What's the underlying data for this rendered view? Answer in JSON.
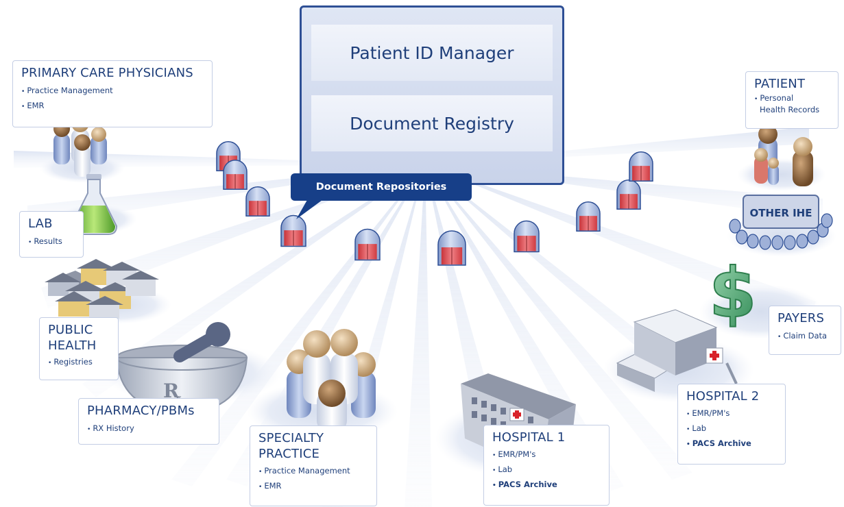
{
  "central": {
    "panel_top": "Patient ID Manager",
    "panel_bottom": "Document Registry"
  },
  "callout": "Document Repositories",
  "nodes": {
    "primary_care": {
      "title": "PRIMARY CARE PHYSICIANS",
      "items": [
        "Practice Management",
        "EMR"
      ]
    },
    "patient": {
      "title": "PATIENT",
      "items": [
        "Personal",
        "Health Records"
      ]
    },
    "lab": {
      "title": "LAB",
      "items": [
        "Results"
      ]
    },
    "public_health": {
      "title": "PUBLIC\nHEALTH",
      "items": [
        "Registries"
      ]
    },
    "pharmacy": {
      "title": "PHARMACY/PBMs",
      "items": [
        "RX History"
      ]
    },
    "specialty": {
      "title": "SPECIALTY\nPRACTICE",
      "items": [
        "Practice Management",
        "EMR"
      ]
    },
    "hospital1": {
      "title": "HOSPITAL 1",
      "items": [
        "EMR/PM's",
        "Lab",
        "PACS Archive"
      ]
    },
    "hospital2": {
      "title": "HOSPITAL 2",
      "items": [
        "EMR/PM's",
        "Lab",
        "PACS Archive"
      ]
    },
    "payers": {
      "title": "PAYERS",
      "items": [
        "Claim Data"
      ]
    },
    "other_ihe": {
      "title": "OTHER IHE"
    }
  },
  "glyphs": {
    "dollar": "$",
    "rx": "R",
    "rx_sub": "x"
  },
  "icons": [
    "group-of-people-icon",
    "flask-icon",
    "houses-icon",
    "mortar-pestle-icon",
    "hospital-building-icon",
    "dollar-sign-icon",
    "database-icon"
  ],
  "colors": {
    "accent_dark_blue": "#173f88",
    "server_border": "#2e4f95",
    "label_text": "#1f3f7a",
    "repository_red": "#e0474c",
    "flask_green": "#7bc142",
    "dollar_green": "#4aa36b"
  }
}
